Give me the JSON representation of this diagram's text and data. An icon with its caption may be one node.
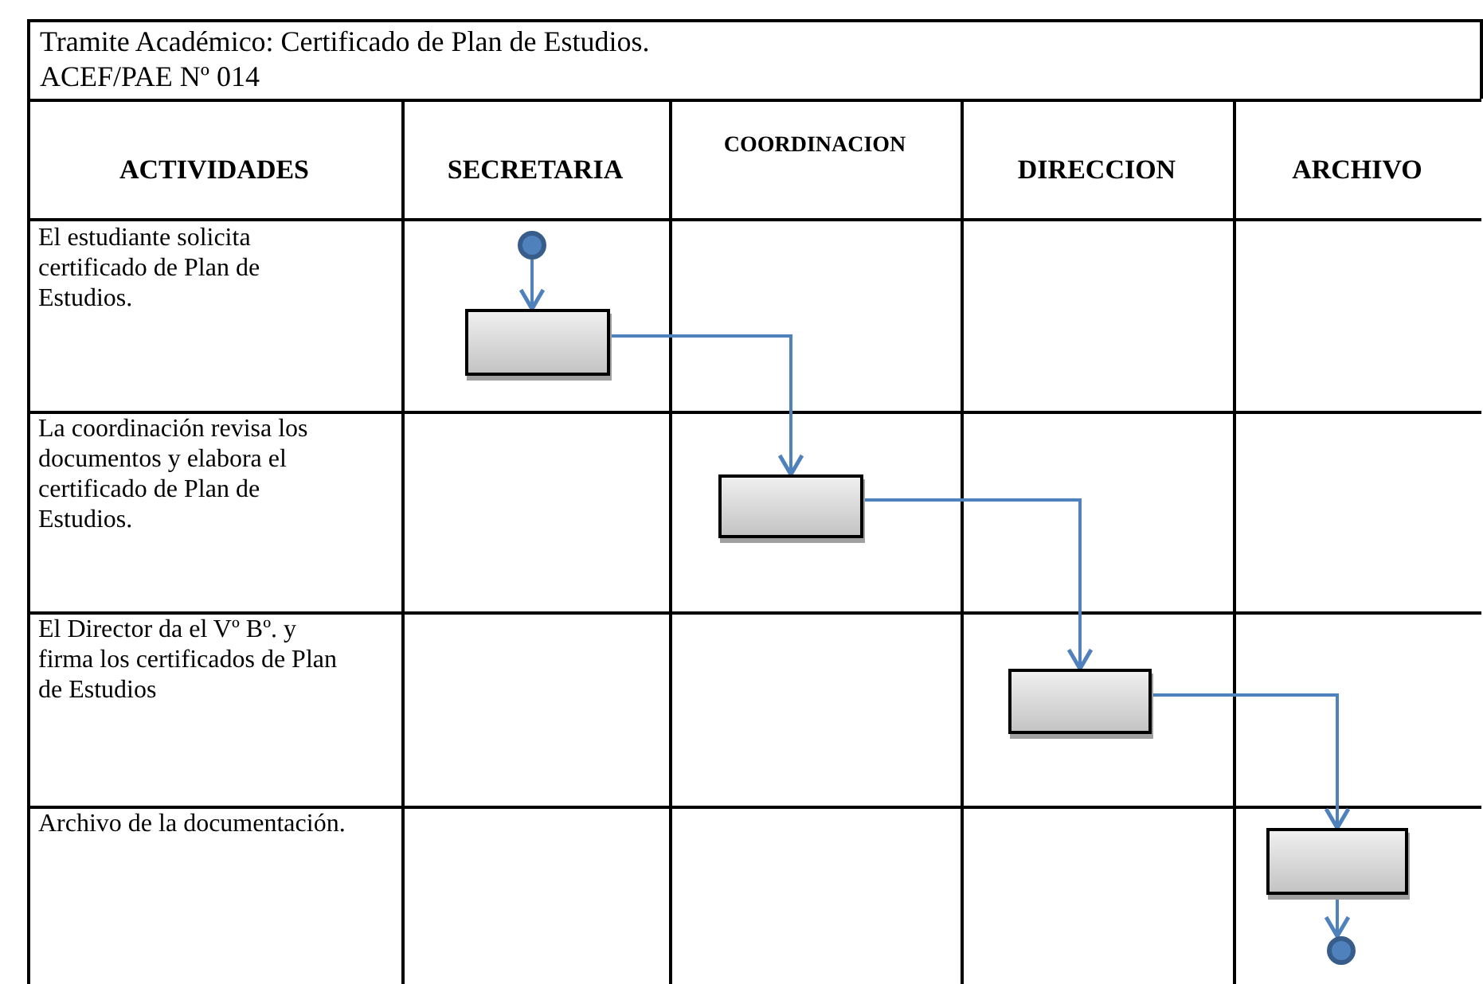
{
  "diagram": {
    "title": "Tramite Académico: Certificado de Plan de Estudios.",
    "nodes": [
      {
        "text": [],
        "shape": "circle"
      },
      {
        "text": [],
        "shape": "box"
      },
      {
        "text": [],
        "shape": "box"
      },
      {
        "text": [],
        "shape": "box"
      },
      {
        "text": [],
        "shape": "box"
      },
      {
        "text": [],
        "shape": "circle"
      }
    ],
    "edges": [
      {
        "from": 0,
        "to": 1,
        "arrow": "to"
      },
      {
        "from": 1,
        "to": 2,
        "arrow": "to"
      },
      {
        "from": 2,
        "to": 3,
        "arrow": "to"
      },
      {
        "from": 3,
        "to": 4,
        "arrow": "to"
      },
      {
        "from": 4,
        "to": 5,
        "arrow": "to"
      }
    ],
    "labels": [
      "ACEF/PAE Nº 014",
      "ACTIVIDADES",
      "SECRETARIA",
      "COORDINACION",
      "DIRECCION",
      "ARCHIVO",
      "El estudiante solicita certificado de Plan de Estudios.",
      "La coordinación revisa los documentos y elabora el certificado de Plan de Estudios.",
      "El Director da el Vº Bº. y firma los certificados de Plan de Estudios",
      "Archivo de la documentación."
    ]
  }
}
